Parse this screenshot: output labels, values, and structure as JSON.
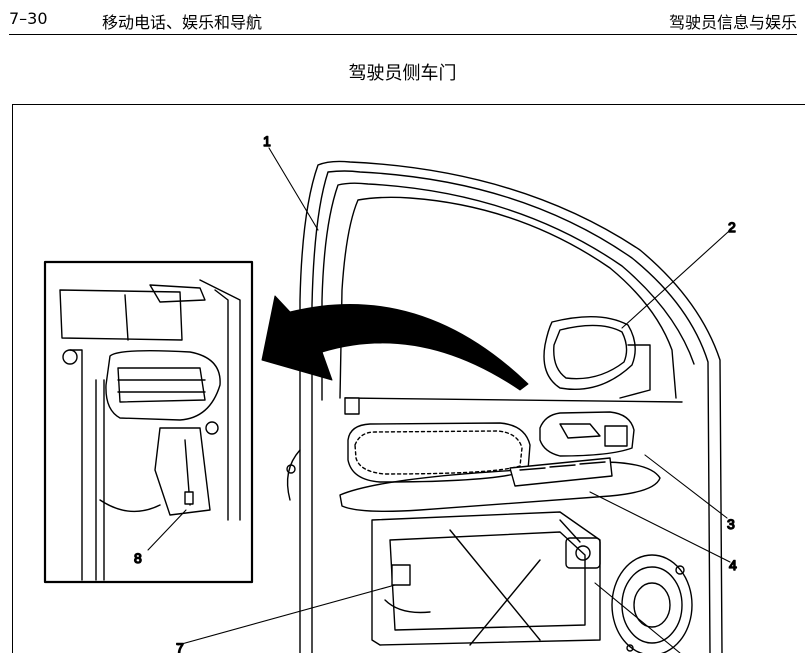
{
  "header": {
    "page_number": "7–30",
    "chapter_title": "移动电话、娱乐和导航",
    "section_title": "驾驶员信息与娱乐"
  },
  "figure": {
    "title": "驾驶员侧车门",
    "callouts": [
      "1",
      "2",
      "3",
      "4",
      "7",
      "8"
    ]
  }
}
